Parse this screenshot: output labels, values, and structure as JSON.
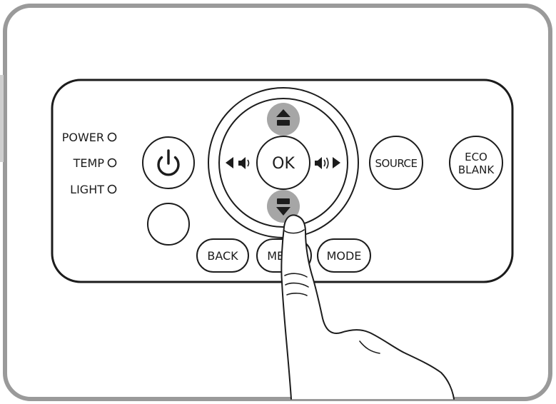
{
  "indicators": [
    {
      "label": "POWER"
    },
    {
      "label": "TEMP"
    },
    {
      "label": "LIGHT"
    }
  ],
  "buttons": {
    "ok": "OK",
    "source": "SOURCE",
    "eco_line1": "ECO",
    "eco_line2": "BLANK",
    "back": "BACK",
    "menu": "MENU",
    "mode": "MODE"
  },
  "highlighted_keys": [
    "up-arrow-key",
    "down-arrow-key"
  ],
  "colors": {
    "frame": "#9a9a9a",
    "highlight": "#a6a6a6",
    "ink": "#1c1c1c"
  }
}
